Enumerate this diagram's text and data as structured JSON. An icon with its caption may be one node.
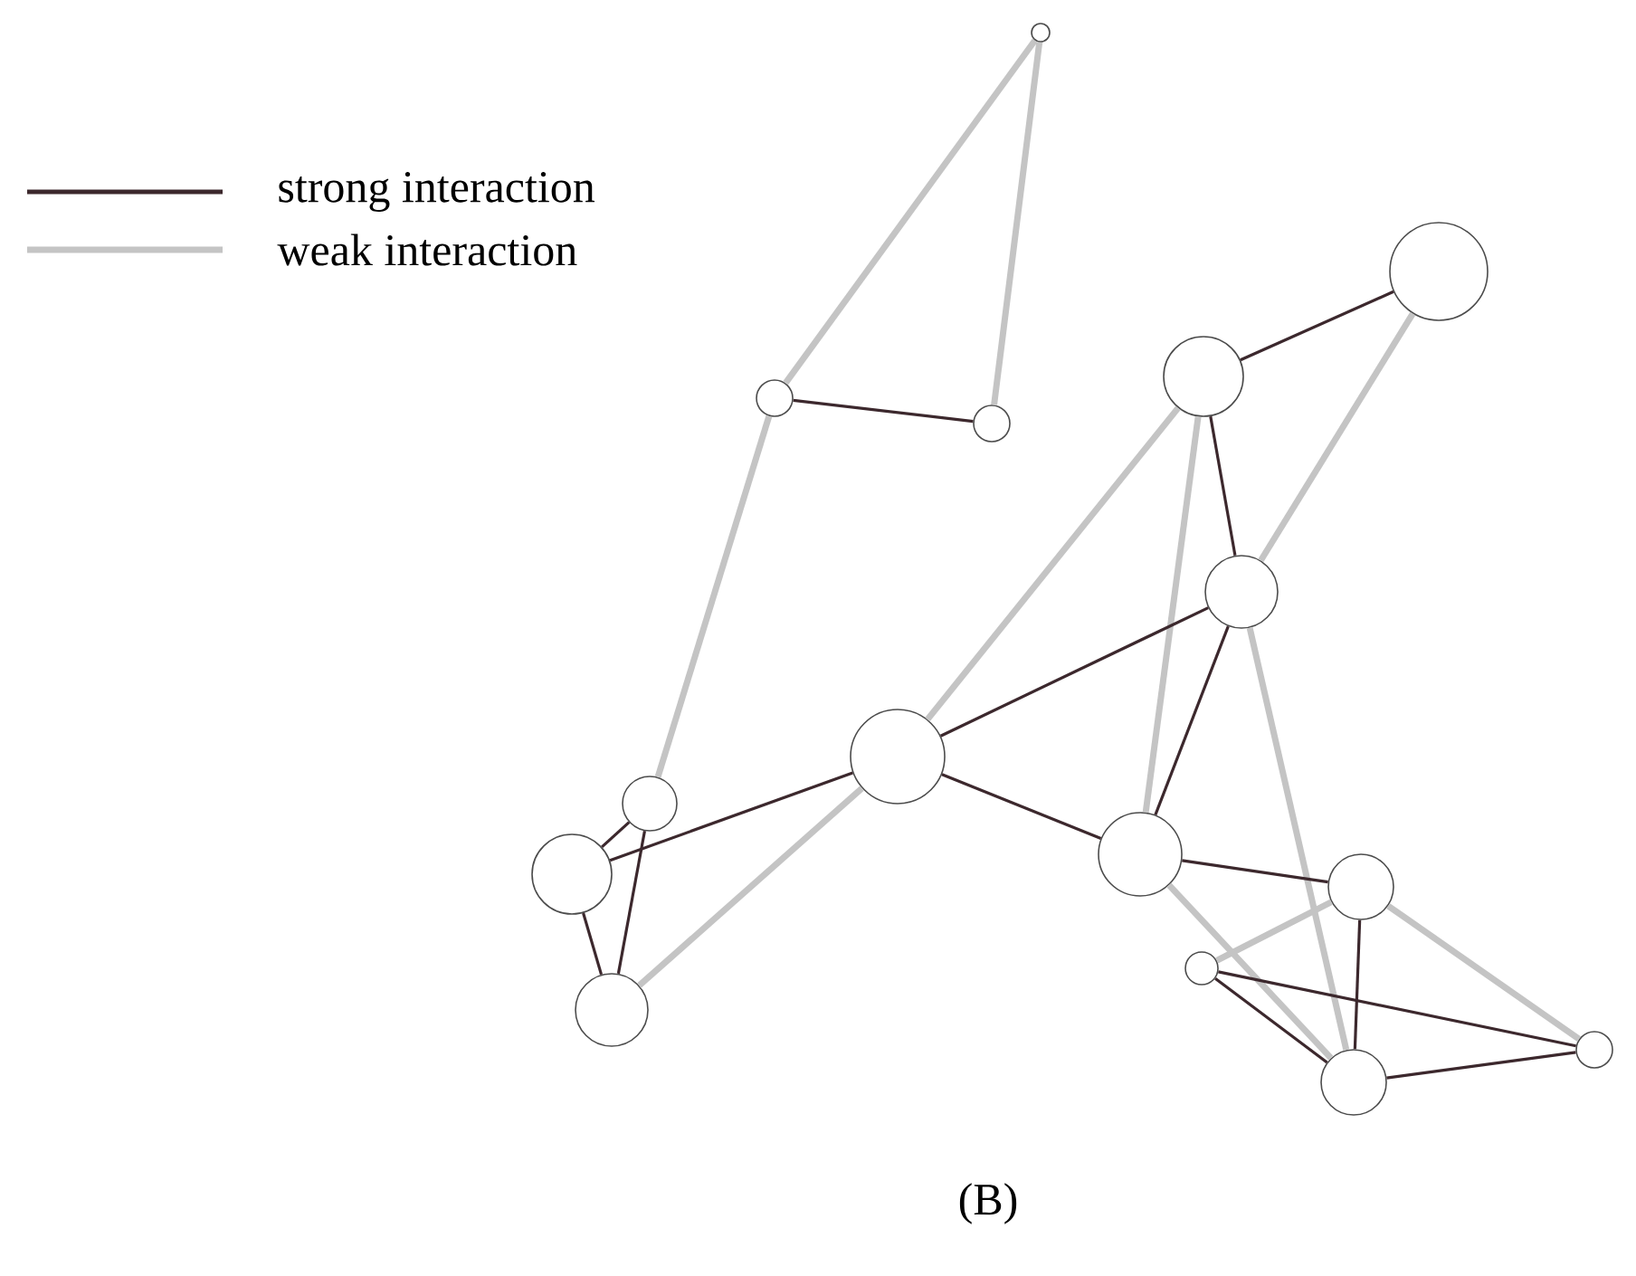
{
  "diagram": {
    "nodes": [
      {
        "text": [],
        "shape": "circle"
      },
      {
        "text": [],
        "shape": "circle"
      },
      {
        "text": [],
        "shape": "circle"
      },
      {
        "text": [],
        "shape": "circle"
      },
      {
        "text": [],
        "shape": "circle"
      },
      {
        "text": [],
        "shape": "circle"
      },
      {
        "text": [],
        "shape": "circle"
      },
      {
        "text": [],
        "shape": "circle"
      },
      {
        "text": [],
        "shape": "circle"
      },
      {
        "text": [],
        "shape": "circle"
      },
      {
        "text": [],
        "shape": "circle"
      },
      {
        "text": [],
        "shape": "circle"
      },
      {
        "text": [],
        "shape": "circle"
      },
      {
        "text": [],
        "shape": "circle"
      },
      {
        "text": [],
        "shape": "circle"
      }
    ],
    "edges": [
      {
        "from": 0,
        "to": 2,
        "arrow": "none",
        "style": "thick",
        "color": "#c4c4c4"
      },
      {
        "from": 0,
        "to": 3,
        "arrow": "none",
        "style": "thick",
        "color": "#c4c4c4"
      },
      {
        "from": 2,
        "to": 3,
        "arrow": "none"
      },
      {
        "from": 1,
        "to": 4,
        "arrow": "none"
      },
      {
        "from": 1,
        "to": 5,
        "arrow": "none",
        "style": "thick",
        "color": "#c4c4c4"
      },
      {
        "from": 2,
        "to": 7,
        "arrow": "none",
        "style": "thick",
        "color": "#c4c4c4"
      },
      {
        "from": 4,
        "to": 5,
        "arrow": "none"
      },
      {
        "from": 4,
        "to": 6,
        "arrow": "none",
        "style": "thick",
        "color": "#c4c4c4"
      },
      {
        "from": 4,
        "to": 9,
        "arrow": "none",
        "style": "thick",
        "color": "#c4c4c4"
      },
      {
        "from": 5,
        "to": 6,
        "arrow": "none"
      },
      {
        "from": 5,
        "to": 9,
        "arrow": "none"
      },
      {
        "from": 5,
        "to": 13,
        "arrow": "none",
        "style": "thick",
        "color": "#c4c4c4"
      },
      {
        "from": 6,
        "to": 8,
        "arrow": "none"
      },
      {
        "from": 6,
        "to": 9,
        "arrow": "none"
      },
      {
        "from": 6,
        "to": 12,
        "arrow": "none",
        "style": "thick",
        "color": "#c4c4c4"
      },
      {
        "from": 7,
        "to": 8,
        "arrow": "none"
      },
      {
        "from": 7,
        "to": 12,
        "arrow": "none"
      },
      {
        "from": 8,
        "to": 12,
        "arrow": "none"
      },
      {
        "from": 9,
        "to": 10,
        "arrow": "none"
      },
      {
        "from": 9,
        "to": 13,
        "arrow": "none",
        "style": "thick",
        "color": "#c4c4c4"
      },
      {
        "from": 10,
        "to": 11,
        "arrow": "none",
        "style": "thick",
        "color": "#c4c4c4"
      },
      {
        "from": 10,
        "to": 13,
        "arrow": "none"
      },
      {
        "from": 10,
        "to": 14,
        "arrow": "none",
        "style": "thick",
        "color": "#c4c4c4"
      },
      {
        "from": 11,
        "to": 13,
        "arrow": "none"
      },
      {
        "from": 11,
        "to": 14,
        "arrow": "none"
      },
      {
        "from": 13,
        "to": 14,
        "arrow": "none"
      }
    ],
    "labels": [
      "(B)"
    ],
    "legend": [
      {
        "text": "strong interaction"
      },
      {
        "text": "weak interaction"
      }
    ]
  }
}
